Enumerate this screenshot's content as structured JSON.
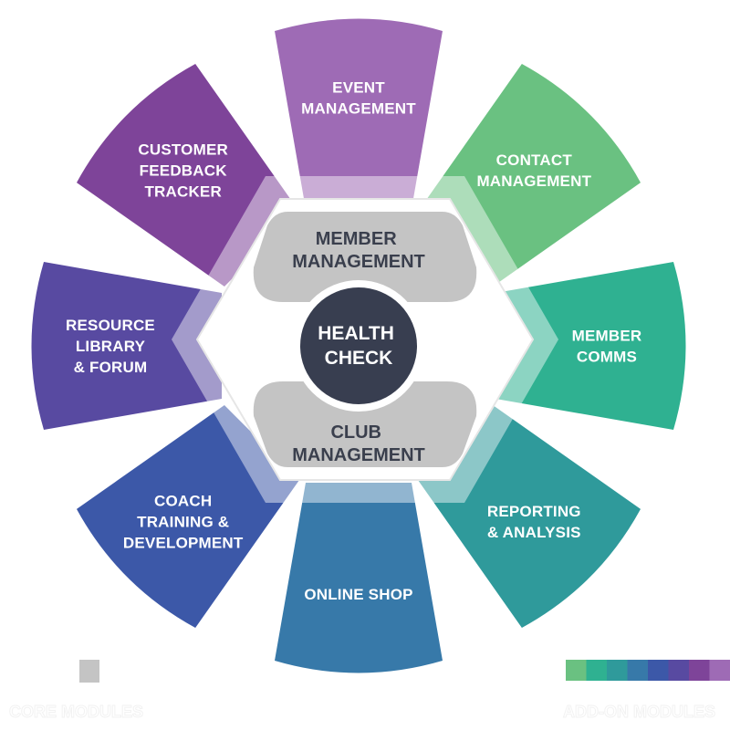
{
  "addon_modules": [
    {
      "id": "event-management",
      "lines": [
        "EVENT",
        "MANAGEMENT"
      ],
      "color": "#9e6bb5"
    },
    {
      "id": "contact-management",
      "lines": [
        "CONTACT",
        "MANAGEMENT"
      ],
      "color": "#6ac181"
    },
    {
      "id": "member-comms",
      "lines": [
        "MEMBER",
        "COMMS"
      ],
      "color": "#2fb191"
    },
    {
      "id": "reporting-analysis",
      "lines": [
        "REPORTING",
        "& ANALYSIS"
      ],
      "color": "#2f9a9b"
    },
    {
      "id": "online-shop",
      "lines": [
        "ONLINE SHOP"
      ],
      "color": "#3779a9"
    },
    {
      "id": "coach-training",
      "lines": [
        "COACH",
        "TRAINING &",
        "DEVELOPMENT"
      ],
      "color": "#3c58a8"
    },
    {
      "id": "resource-library",
      "lines": [
        "RESOURCE",
        "LIBRARY",
        "& FORUM"
      ],
      "color": "#584aa1"
    },
    {
      "id": "customer-feedback",
      "lines": [
        "CUSTOMER",
        "FEEDBACK",
        "TRACKER"
      ],
      "color": "#7e4499"
    }
  ],
  "core_modules": [
    {
      "id": "member-management",
      "lines": [
        "MEMBER",
        "MANAGEMENT"
      ]
    },
    {
      "id": "club-management",
      "lines": [
        "CLUB",
        "MANAGEMENT"
      ]
    }
  ],
  "center": {
    "lines": [
      "HEALTH",
      "CHECK"
    ],
    "color": "#383e50"
  },
  "colors": {
    "core_box": "#c4c4c4",
    "hexagon": "#ffffff",
    "core_text": "#3a3f4d"
  },
  "legend": {
    "core_label": "CORE MODULES",
    "core_swatch_color": "#c4c4c4",
    "addon_label": "ADD-ON MODULES",
    "addon_swatch_colors": [
      "#6ac181",
      "#2fb191",
      "#2f9a9b",
      "#3779a9",
      "#3c58a8",
      "#584aa1",
      "#7e4499",
      "#9e6bb5"
    ]
  }
}
